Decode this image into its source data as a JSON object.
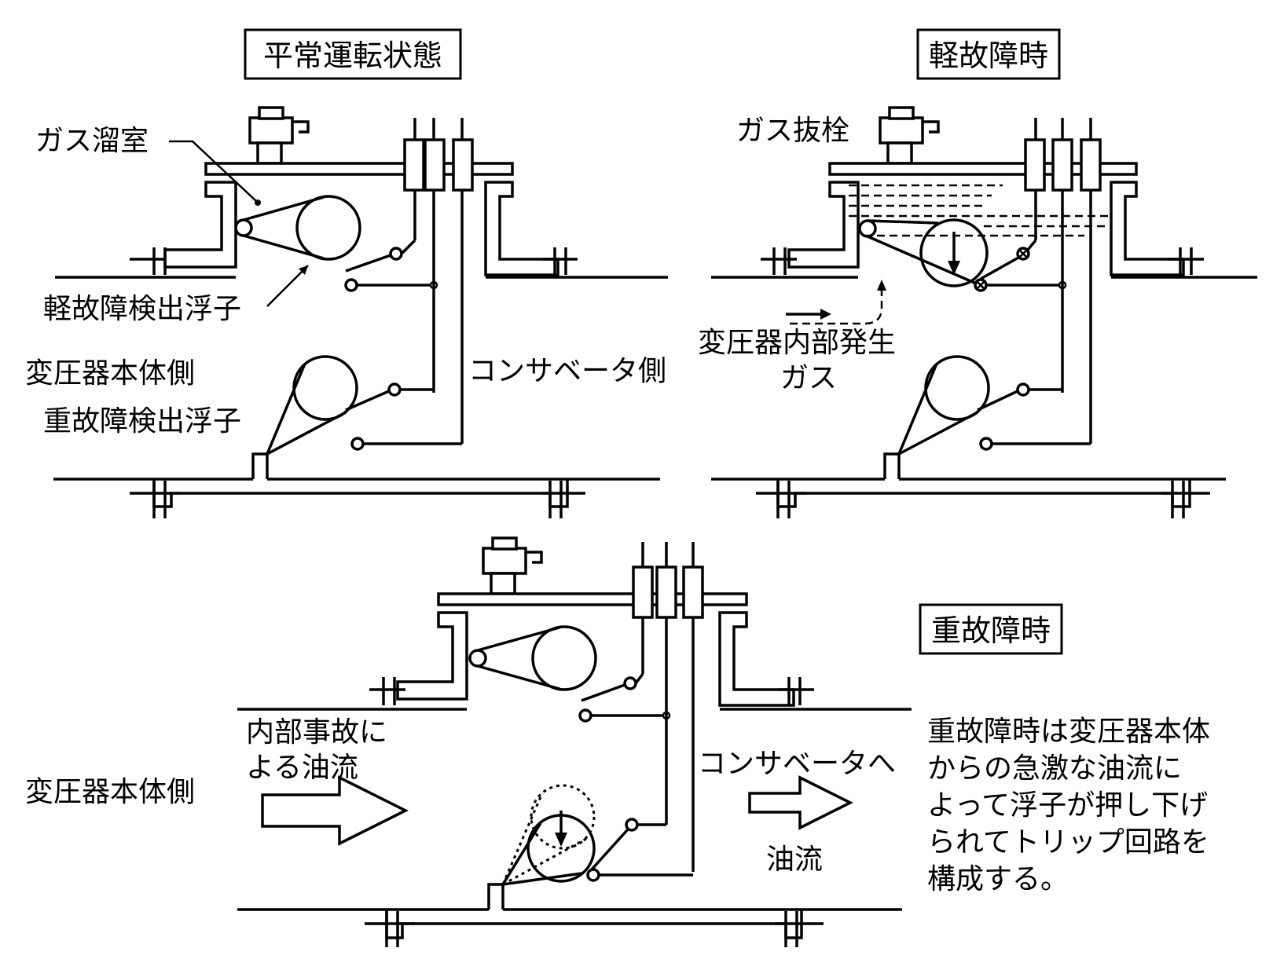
{
  "panels": {
    "normal": {
      "title": "平常運転状態",
      "gas_chamber": "ガス溜室",
      "light_float": "軽故障検出浮子",
      "transformer_side": "変圧器本体側",
      "conservator_side": "コンサベータ側",
      "heavy_float": "重故障検出浮子"
    },
    "light_fault": {
      "title": "軽故障時",
      "gas_vent": "ガス抜栓",
      "internal_gas_1": "変圧器内部発生",
      "internal_gas_2": "ガス"
    },
    "heavy_fault": {
      "title": "重故障時",
      "internal_flow_1": "内部事故に",
      "internal_flow_2": "よる油流",
      "transformer_side": "変圧器本体側",
      "to_conservator": "コンサベータへ",
      "oil_flow": "油流",
      "note_lines": [
        "重故障時は変圧器本体",
        "からの急激な油流に",
        "よって浮子が押し下げ",
        "られてトリップ回路を",
        "構成する。"
      ]
    }
  }
}
